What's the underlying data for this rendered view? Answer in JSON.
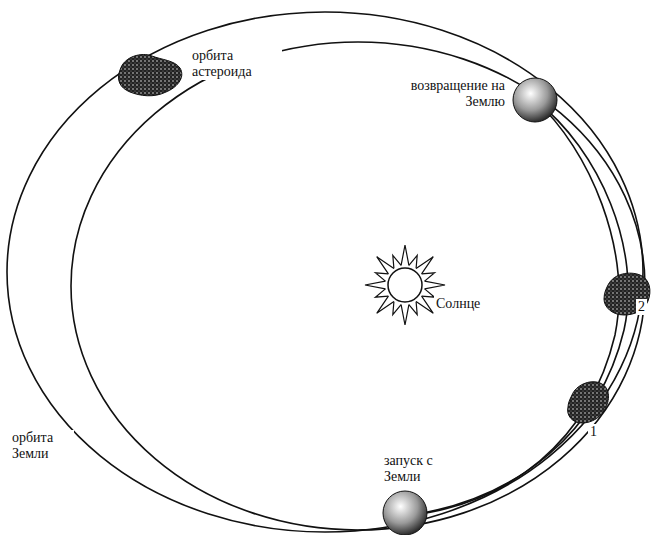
{
  "diagram": {
    "labels": [
      "орбита астероида",
      "возвращение на Землю",
      "Солнце",
      "2",
      "1",
      "запуск с Земли",
      "орбита Земли"
    ]
  }
}
